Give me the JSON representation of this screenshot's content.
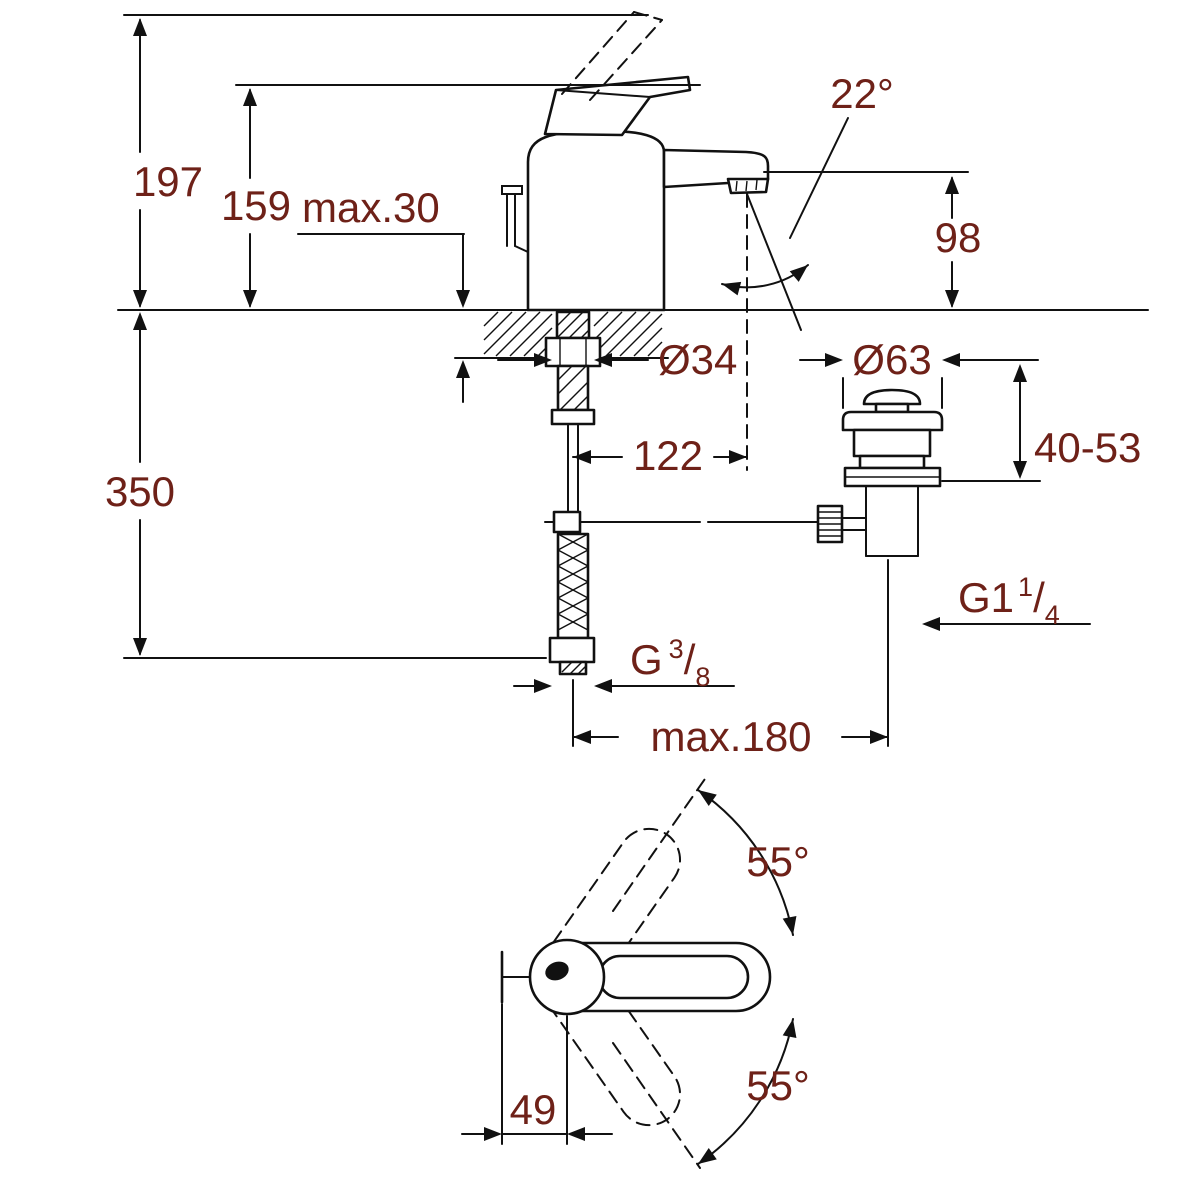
{
  "meta": {
    "title": "Basin mixer tap dimensional drawing"
  },
  "colors": {
    "background": "#ffffff",
    "line": "#111111",
    "text": "#6e2118"
  },
  "labels": {
    "total_height": "197",
    "spout_top_height": "159",
    "deck_thickness": "max.30",
    "spout_angle": "22°",
    "outlet_height": "98",
    "hose_drop": "350",
    "shank_diameter": "Ø34",
    "waste_diameter": "Ø63",
    "spout_reach": "122",
    "waste_deck_range": "40-53",
    "waste_thread_base": "G1",
    "waste_thread_numerator": "1",
    "waste_thread_slash": "/",
    "waste_thread_denominator": "4",
    "supply_thread_base": "G",
    "supply_thread_numerator": "3",
    "supply_thread_slash": "/",
    "supply_thread_denominator": "8",
    "max_counter_depth": "max.180",
    "handle_swing_up": "55°",
    "handle_swing_down": "55°",
    "handle_pin_offset": "49"
  }
}
